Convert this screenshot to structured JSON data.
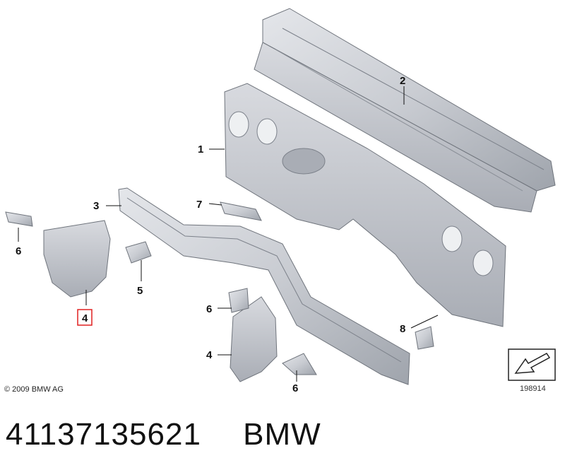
{
  "diagram": {
    "callouts": [
      "1",
      "2",
      "3",
      "4",
      "4",
      "5",
      "6",
      "6",
      "6",
      "7",
      "8"
    ],
    "copyright": "© 2009 BMW AG",
    "reference_number": "198914",
    "highlighted_callout": "4",
    "highlight_color": "#e02020",
    "part_color": "#c9ccd2",
    "part_shadow_color": "#9fa4ac"
  },
  "caption": {
    "part_number": "41137135621",
    "brand": "BMW"
  }
}
